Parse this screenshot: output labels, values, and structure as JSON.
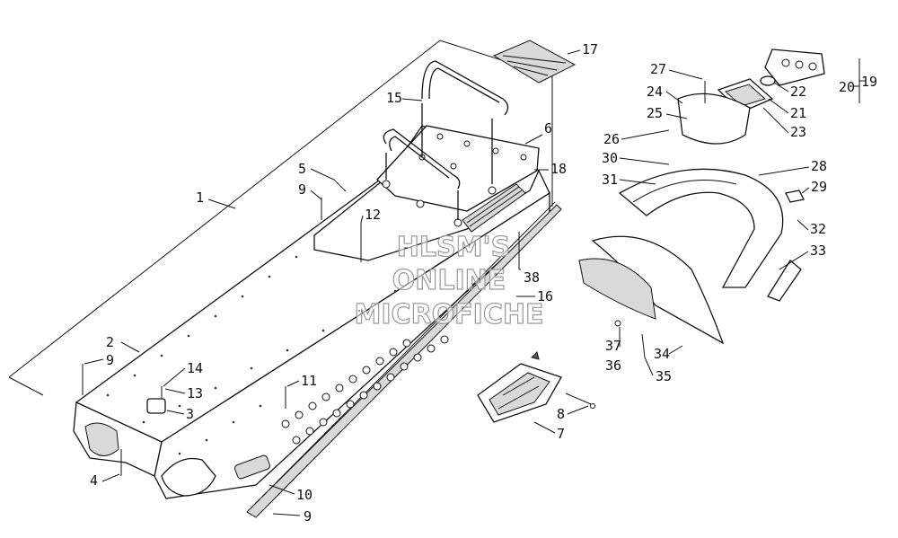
{
  "watermark": {
    "lines": [
      "HLSM'S",
      "ONLINE",
      "MICROFICHE"
    ]
  },
  "callouts": [
    {
      "id": "c1",
      "label": "1"
    },
    {
      "id": "c2",
      "label": "2"
    },
    {
      "id": "c3",
      "label": "3"
    },
    {
      "id": "c4",
      "label": "4"
    },
    {
      "id": "c5",
      "label": "5"
    },
    {
      "id": "c6",
      "label": "6"
    },
    {
      "id": "c7",
      "label": "7"
    },
    {
      "id": "c8",
      "label": "8"
    },
    {
      "id": "c9a",
      "label": "9"
    },
    {
      "id": "c9b",
      "label": "9"
    },
    {
      "id": "c9c",
      "label": "9"
    },
    {
      "id": "c10",
      "label": "10"
    },
    {
      "id": "c11",
      "label": "11"
    },
    {
      "id": "c12",
      "label": "12"
    },
    {
      "id": "c13",
      "label": "13"
    },
    {
      "id": "c14",
      "label": "14"
    },
    {
      "id": "c15",
      "label": "15"
    },
    {
      "id": "c16",
      "label": "16"
    },
    {
      "id": "c17",
      "label": "17"
    },
    {
      "id": "c18",
      "label": "18"
    },
    {
      "id": "c19",
      "label": "19"
    },
    {
      "id": "c20",
      "label": "20"
    },
    {
      "id": "c21",
      "label": "21"
    },
    {
      "id": "c22",
      "label": "22"
    },
    {
      "id": "c23",
      "label": "23"
    },
    {
      "id": "c24",
      "label": "24"
    },
    {
      "id": "c25",
      "label": "25"
    },
    {
      "id": "c26",
      "label": "26"
    },
    {
      "id": "c27",
      "label": "27"
    },
    {
      "id": "c28",
      "label": "28"
    },
    {
      "id": "c29",
      "label": "29"
    },
    {
      "id": "c30",
      "label": "30"
    },
    {
      "id": "c31",
      "label": "31"
    },
    {
      "id": "c32",
      "label": "32"
    },
    {
      "id": "c33",
      "label": "33"
    },
    {
      "id": "c34",
      "label": "34"
    },
    {
      "id": "c35",
      "label": "35"
    },
    {
      "id": "c36",
      "label": "36"
    },
    {
      "id": "c37",
      "label": "37"
    },
    {
      "id": "c38",
      "label": "38"
    }
  ]
}
